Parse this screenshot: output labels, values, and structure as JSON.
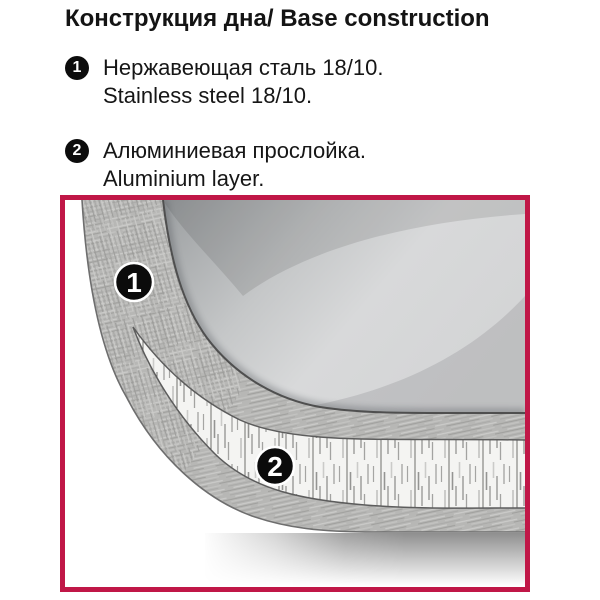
{
  "title": "Конструкция дна/ Base construction",
  "legend": {
    "items": [
      {
        "number": "1",
        "primary": "Нержавеющая сталь 18/10.",
        "secondary": "Stainless steel 18/10."
      },
      {
        "number": "2",
        "primary": "Алюминиевая прослойка.",
        "secondary": "Aluminium layer."
      }
    ]
  },
  "diagram": {
    "frame_color": "#c01747",
    "callouts": [
      {
        "label": "1"
      },
      {
        "label": "2"
      }
    ],
    "materials": {
      "steel": "#b7b7b5",
      "aluminum": "#f4f4f2",
      "badge_bg": "#0b0b0b",
      "badge_text": "#ffffff",
      "outline": "#5c5c5c"
    }
  }
}
